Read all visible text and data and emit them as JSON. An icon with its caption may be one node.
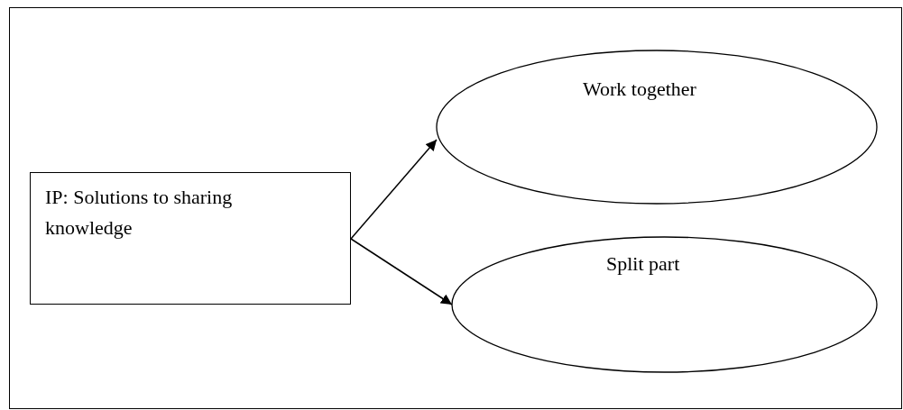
{
  "diagram": {
    "nodes": [
      {
        "text": [
          "IP: Solutions to sharing knowledge"
        ]
      },
      {
        "text": [
          "Work together"
        ]
      },
      {
        "text": [
          "Split part"
        ]
      }
    ],
    "edges": [
      {
        "from": 0,
        "to": 1,
        "arrow": "to"
      },
      {
        "from": 0,
        "to": 2,
        "arrow": "to"
      }
    ]
  }
}
